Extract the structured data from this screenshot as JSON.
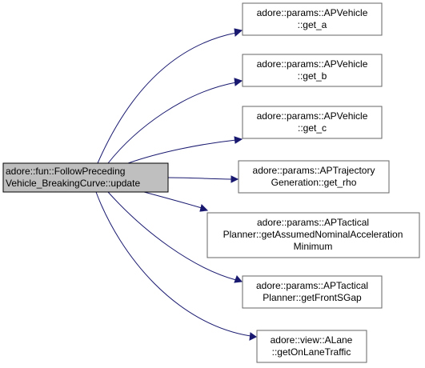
{
  "root": {
    "lines": [
      "adore::fun::FollowPreceding",
      "Vehicle_BreakingCurve::update"
    ]
  },
  "callees": [
    {
      "id": "get_a",
      "lines": [
        "adore::params::APVehicle",
        "::get_a"
      ]
    },
    {
      "id": "get_b",
      "lines": [
        "adore::params::APVehicle",
        "::get_b"
      ]
    },
    {
      "id": "get_c",
      "lines": [
        "adore::params::APVehicle",
        "::get_c"
      ]
    },
    {
      "id": "get_rho",
      "lines": [
        "adore::params::APTrajectory",
        "Generation::get_rho"
      ]
    },
    {
      "id": "getAssumedNominalAccelerationMinimum",
      "lines": [
        "adore::params::APTactical",
        "Planner::getAssumedNominalAcceleration",
        "Minimum"
      ]
    },
    {
      "id": "getFrontSGap",
      "lines": [
        "adore::params::APTactical",
        "Planner::getFrontSGap"
      ]
    },
    {
      "id": "getOnLaneTraffic",
      "lines": [
        "adore::view::ALane",
        "::getOnLaneTraffic"
      ]
    }
  ],
  "colors": {
    "edge": "#191970",
    "root_fill": "#bfbfbf",
    "node_border": "#666666"
  }
}
